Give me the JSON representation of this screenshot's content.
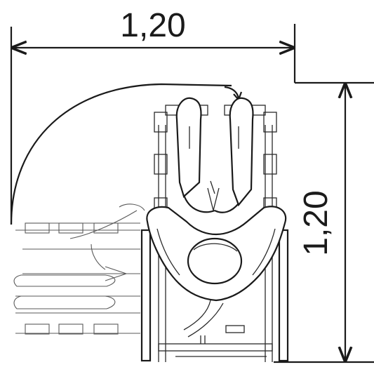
{
  "dimensions": {
    "width_label": "1,20",
    "height_label": "1,20"
  },
  "colors": {
    "ink": "#1a1a1a",
    "background": "#ffffff"
  },
  "icons": {
    "figure": "wheelchair-user-top-view-icon",
    "turning_arc": "turning-arc"
  }
}
